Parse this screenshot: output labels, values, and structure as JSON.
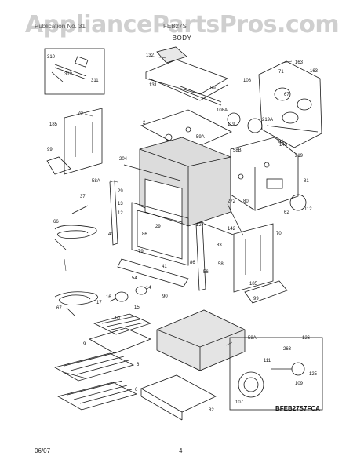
{
  "watermark": "AppliancePartsPros.com",
  "header": {
    "left_text": "Publication No. 31",
    "model_text": "FEB27S",
    "title": "BODY"
  },
  "footer": {
    "date": "06/07",
    "page_number": "4"
  },
  "diagram_code": "BFEB27S7FCA",
  "part_labels": [
    {
      "id": "310"
    },
    {
      "id": "312"
    },
    {
      "id": "311"
    },
    {
      "id": "132"
    },
    {
      "id": "131"
    },
    {
      "id": "71"
    },
    {
      "id": "163"
    },
    {
      "id": "163"
    },
    {
      "id": "108"
    },
    {
      "id": "59"
    },
    {
      "id": "67"
    },
    {
      "id": "108A"
    },
    {
      "id": "119"
    },
    {
      "id": "219A"
    },
    {
      "id": "58B"
    },
    {
      "id": "143"
    },
    {
      "id": "219"
    },
    {
      "id": "81"
    },
    {
      "id": "185"
    },
    {
      "id": "70"
    },
    {
      "id": "99"
    },
    {
      "id": "2"
    },
    {
      "id": "59A"
    },
    {
      "id": "204"
    },
    {
      "id": "58A"
    },
    {
      "id": "29"
    },
    {
      "id": "37"
    },
    {
      "id": "13"
    },
    {
      "id": "12"
    },
    {
      "id": "66"
    },
    {
      "id": "41"
    },
    {
      "id": "86"
    },
    {
      "id": "29"
    },
    {
      "id": "127"
    },
    {
      "id": "272"
    },
    {
      "id": "80"
    },
    {
      "id": "62"
    },
    {
      "id": "81"
    },
    {
      "id": "112"
    },
    {
      "id": "142"
    },
    {
      "id": "70"
    },
    {
      "id": "83"
    },
    {
      "id": "58"
    },
    {
      "id": "79"
    },
    {
      "id": "41"
    },
    {
      "id": "86"
    },
    {
      "id": "56"
    },
    {
      "id": "185"
    },
    {
      "id": "54"
    },
    {
      "id": "14"
    },
    {
      "id": "90"
    },
    {
      "id": "99"
    },
    {
      "id": "17"
    },
    {
      "id": "16"
    },
    {
      "id": "15"
    },
    {
      "id": "67"
    },
    {
      "id": "10"
    },
    {
      "id": "9"
    },
    {
      "id": "58A"
    },
    {
      "id": "6"
    },
    {
      "id": "6"
    },
    {
      "id": "126"
    },
    {
      "id": "263"
    },
    {
      "id": "111"
    },
    {
      "id": "125"
    },
    {
      "id": "109"
    },
    {
      "id": "107"
    },
    {
      "id": "82"
    }
  ]
}
